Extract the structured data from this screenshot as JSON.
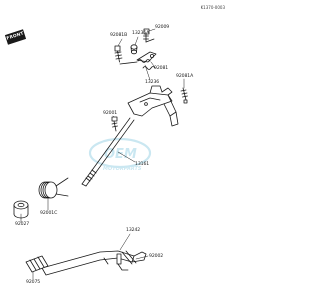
{
  "reference_code": "K1370-0003",
  "front_label": "FRONT",
  "watermark_text": "OEM",
  "watermark_sub": "MOTORPARTS",
  "watermark_color": "#9fd4e6",
  "line_color": "#1a1a1a",
  "part_labels": {
    "p92081b": "92081B",
    "p13236a": "13236A",
    "p92009": "92009",
    "p92081": "92081",
    "p13236": "13236",
    "p92081a": "92081A",
    "p92001": "92001",
    "p13161": "13161",
    "p92001c": "92001C",
    "p92027": "92027",
    "p13242": "13242",
    "p92002": "92002",
    "p92075": "92075"
  }
}
